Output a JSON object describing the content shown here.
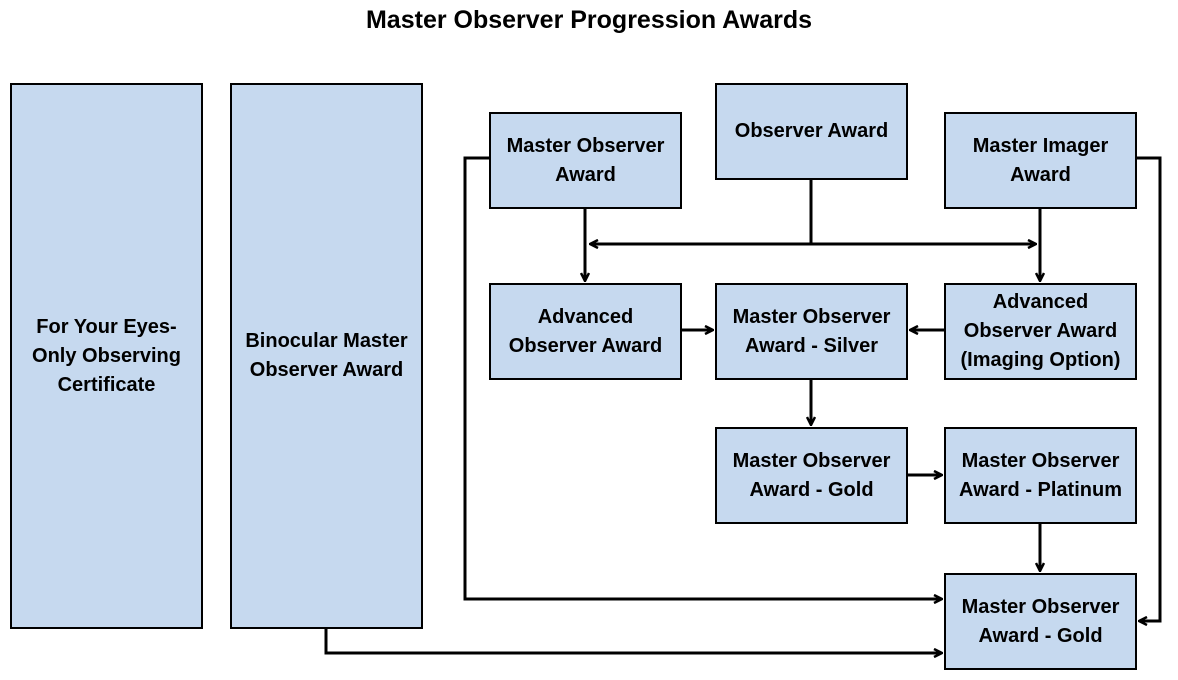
{
  "title": "Master Observer Progression Awards",
  "nodes": {
    "for_your_eyes_only": "For Your Eyes-\nOnly Observing\nCertificate",
    "binocular_master": "Binocular Master\nObserver Award",
    "master_observer": "Master Observer\nAward",
    "observer": "Observer Award",
    "master_imager": "Master Imager\nAward",
    "advanced_observer": "Advanced\nObserver Award",
    "mo_silver": "Master Observer\nAward - Silver",
    "advanced_imaging": "Advanced\nObserver Award\n(Imaging Option)",
    "mo_gold": "Master Observer\nAward - Gold",
    "mo_platinum": "Master Observer\nAward - Platinum",
    "mo_gold_final": "Master Observer\nAward - Gold"
  },
  "colors": {
    "box_fill": "#c6d9ef",
    "stroke": "#000000"
  }
}
